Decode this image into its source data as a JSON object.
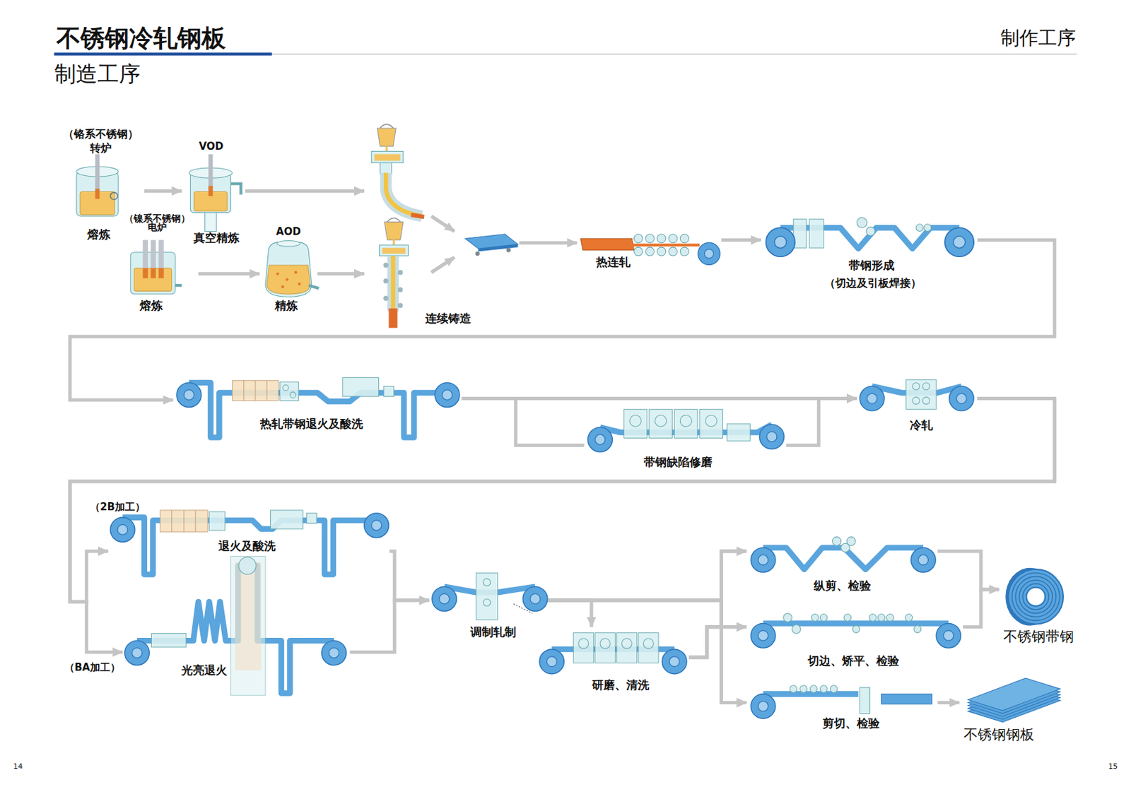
{
  "diagram": {
    "title": "不锈钢冷轧钢板",
    "nodes": [
      {
        "text": [
          "（铬系不锈钢）",
          "转炉",
          "熔炼"
        ]
      },
      {
        "text": [
          "VOD",
          "真空精炼"
        ]
      },
      {
        "text": [
          "（镍系不锈钢）",
          "电炉",
          "熔炼"
        ]
      },
      {
        "text": [
          "AOD",
          "精炼"
        ]
      },
      {
        "text": [
          "连续铸造"
        ]
      },
      {
        "text": [
          "热连轧"
        ]
      },
      {
        "text": [
          "带钢形成",
          "（切边及引板焊接）"
        ]
      },
      {
        "text": [
          "热轧带钢退火及酸洗"
        ]
      },
      {
        "text": [
          "带钢缺陷修磨"
        ]
      },
      {
        "text": [
          "冷轧"
        ]
      },
      {
        "text": [
          "退火及酸洗"
        ]
      },
      {
        "text": [
          "光亮退火"
        ]
      },
      {
        "text": [
          "调制轧制"
        ]
      },
      {
        "text": [
          "研磨、清洗"
        ]
      },
      {
        "text": [
          "纵剪、检验"
        ]
      },
      {
        "text": [
          "切边、矫平、检验"
        ]
      },
      {
        "text": [
          "剪切、检验"
        ]
      },
      {
        "text": [
          "不锈钢带钢"
        ]
      },
      {
        "text": [
          "不锈钢钢板"
        ]
      }
    ],
    "edges": [
      {
        "from": 0,
        "to": 1,
        "arrow": "to"
      },
      {
        "from": 1,
        "to": 4,
        "arrow": "to"
      },
      {
        "from": 2,
        "to": 3,
        "arrow": "to"
      },
      {
        "from": 3,
        "to": 4,
        "arrow": "to"
      },
      {
        "from": 4,
        "to": 5,
        "arrow": "to"
      },
      {
        "from": 5,
        "to": 6,
        "arrow": "to"
      },
      {
        "from": 6,
        "to": 7,
        "arrow": "to"
      },
      {
        "from": 7,
        "to": 9,
        "arrow": "to"
      },
      {
        "from": 7,
        "to": 8,
        "arrow": "none"
      },
      {
        "from": 8,
        "to": 9,
        "arrow": "to"
      },
      {
        "from": 9,
        "to": 10,
        "arrow": "to"
      },
      {
        "from": 9,
        "to": 11,
        "arrow": "to"
      },
      {
        "from": 10,
        "to": 12,
        "arrow": "to"
      },
      {
        "from": 11,
        "to": 12,
        "arrow": "to"
      },
      {
        "from": 12,
        "to": 13,
        "arrow": "to"
      },
      {
        "from": 12,
        "to": 14,
        "arrow": "to"
      },
      {
        "from": 12,
        "to": 15,
        "arrow": "to"
      },
      {
        "from": 12,
        "to": 16,
        "arrow": "to"
      },
      {
        "from": 13,
        "to": 14,
        "arrow": "to"
      },
      {
        "from": 13,
        "to": 15,
        "arrow": "to"
      },
      {
        "from": 13,
        "to": 16,
        "arrow": "to"
      },
      {
        "from": 14,
        "to": 17,
        "arrow": "to"
      },
      {
        "from": 15,
        "to": 17,
        "arrow": "to"
      },
      {
        "from": 16,
        "to": 18,
        "arrow": "to"
      }
    ],
    "labels": [
      "制作工序",
      "制造工序",
      "（2B加工）",
      "（BA加工）",
      "14",
      "15"
    ]
  }
}
